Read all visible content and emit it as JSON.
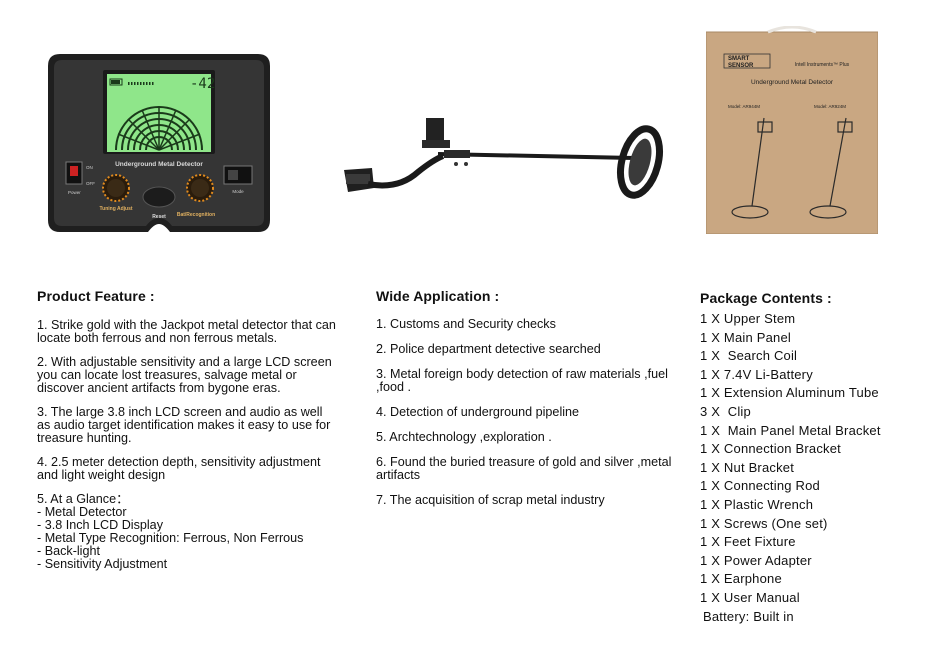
{
  "images": {
    "panel": {
      "title": "Underground Metal Detector",
      "reading": "-42",
      "switch_on": "ON",
      "switch_off": "OFF",
      "power": "Power",
      "tuning": "Tuning Adjust",
      "reset": "Reset",
      "bat": "Bat/Recognition",
      "mode": "Mode"
    },
    "box": {
      "brand_line1": "SMART",
      "brand_line2": "SENSOR",
      "tagline": "Intell Instruments™ Plus",
      "title": "Underground Metal Detector",
      "model_left": "Model: AR944M",
      "model_right": "Model: AR924M"
    }
  },
  "product_feature": {
    "heading": "Product Feature :",
    "items": [
      "1. Strike gold with the Jackpot metal detector that can locate both ferrous and non ferrous metals.",
      "2. With adjustable sensitivity and a large LCD screen you can locate lost treasures, salvage metal or discover ancient artifacts from bygone eras.",
      "3. The large 3.8 inch LCD screen and audio as well as audio target identification makes it easy to use for treasure hunting.",
      "4. 2.5 meter detection depth, sensitivity adjustment and light weight design"
    ],
    "glance": [
      "5. At a Glance：",
      "- Metal Detector",
      "- 3.8 Inch LCD Display",
      "- Metal Type Recognition: Ferrous, Non Ferrous",
      "- Back-light",
      "- Sensitivity Adjustment"
    ]
  },
  "wide_application": {
    "heading": "Wide Application :",
    "items": [
      "1. Customs and Security checks",
      "2. Police department detective searched",
      "3. Metal foreign body detection of raw materials ,fuel ,food .",
      "4. Detection of underground pipeline",
      "5. Archtechnology ,exploration .",
      "6. Found the buried treasure of gold and silver ,metal artifacts",
      "7. The acquisition of scrap metal industry"
    ]
  },
  "package_contents": {
    "heading": "Package Contents :",
    "items": [
      "1 X Upper Stem",
      "1 X Main Panel",
      "1 X  Search Coil",
      "1 X 7.4V Li-Battery",
      "1 X Extension Aluminum Tube",
      "3 X  Clip",
      "1 X  Main Panel Metal Bracket",
      "1 X Connection Bracket",
      "1 X Nut Bracket",
      "1 X Connecting Rod",
      "1 X Plastic Wrench",
      "1 X Screws (One set)",
      "1 X Feet Fixture",
      "1 X Power Adapter",
      "1 X Earphone",
      "1 X User Manual"
    ],
    "battery": "Battery: Built in"
  },
  "colors": {
    "panel_body": "#2b2b2b",
    "lcd_green": "#7fe07a",
    "knob_orange": "#e08a1e",
    "box_kraft": "#c9a782"
  }
}
